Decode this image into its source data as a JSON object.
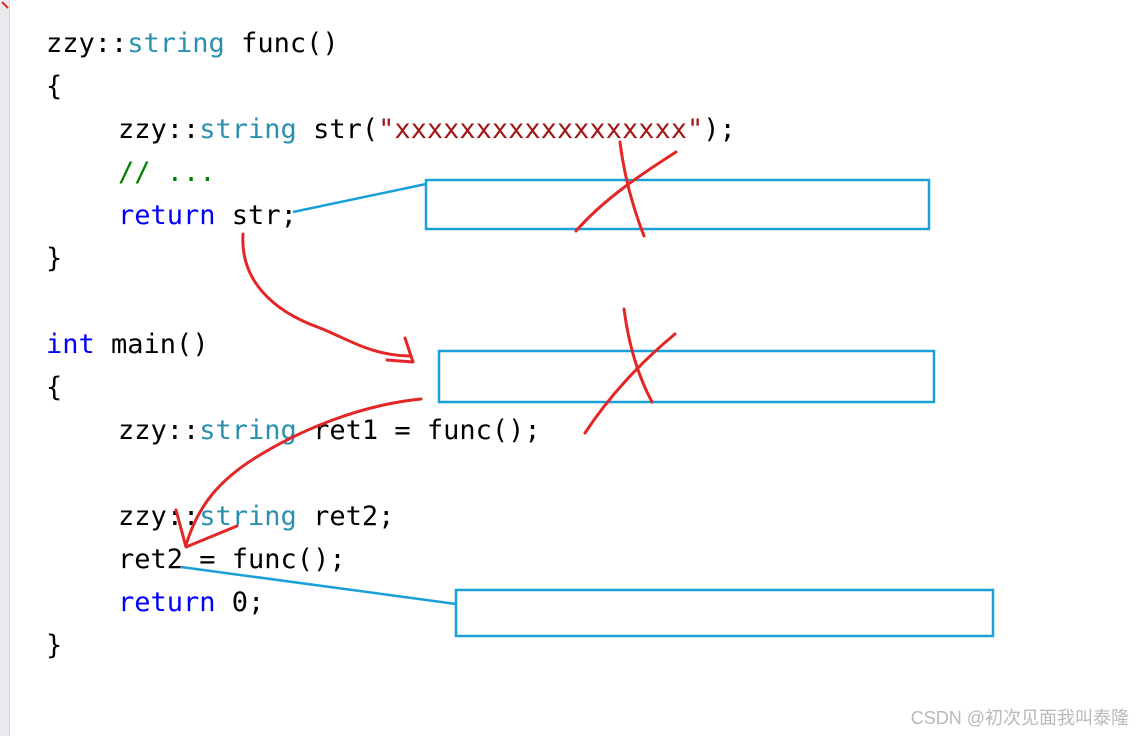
{
  "colors": {
    "keyword": "#0000ff",
    "type": "#2b91af",
    "string": "#a31515",
    "comment": "#008000",
    "plain": "#000000",
    "box_stroke": "#1a9fd9",
    "ink_red": "#e32626",
    "watermark": "#b9b9b9"
  },
  "code": {
    "l1": {
      "ns": "zzy::",
      "type": "string",
      "rest": " func()"
    },
    "l2": {
      "text": "{"
    },
    "l3": {
      "ns": "zzy::",
      "type": "string",
      "mid": " str(",
      "str": "\"xxxxxxxxxxxxxxxxxx\"",
      "rest": ");"
    },
    "l4": {
      "comment": "// ..."
    },
    "l5": {
      "kw": "return",
      "rest": " str;"
    },
    "l6": {
      "text": "}"
    },
    "l7": {
      "kw": "int",
      "rest": " main()"
    },
    "l8": {
      "text": "{"
    },
    "l9": {
      "ns": "zzy::",
      "type": "string",
      "rest": " ret1 = func();"
    },
    "l10": {
      "ns": "zzy::",
      "type": "string",
      "rest": " ret2;"
    },
    "l11": {
      "text": "ret2 = func();"
    },
    "l12": {
      "kw": "return",
      "rest": " 0;"
    },
    "l13": {
      "text": "}"
    }
  },
  "watermark": {
    "text": "CSDN @初次见面我叫泰隆"
  }
}
